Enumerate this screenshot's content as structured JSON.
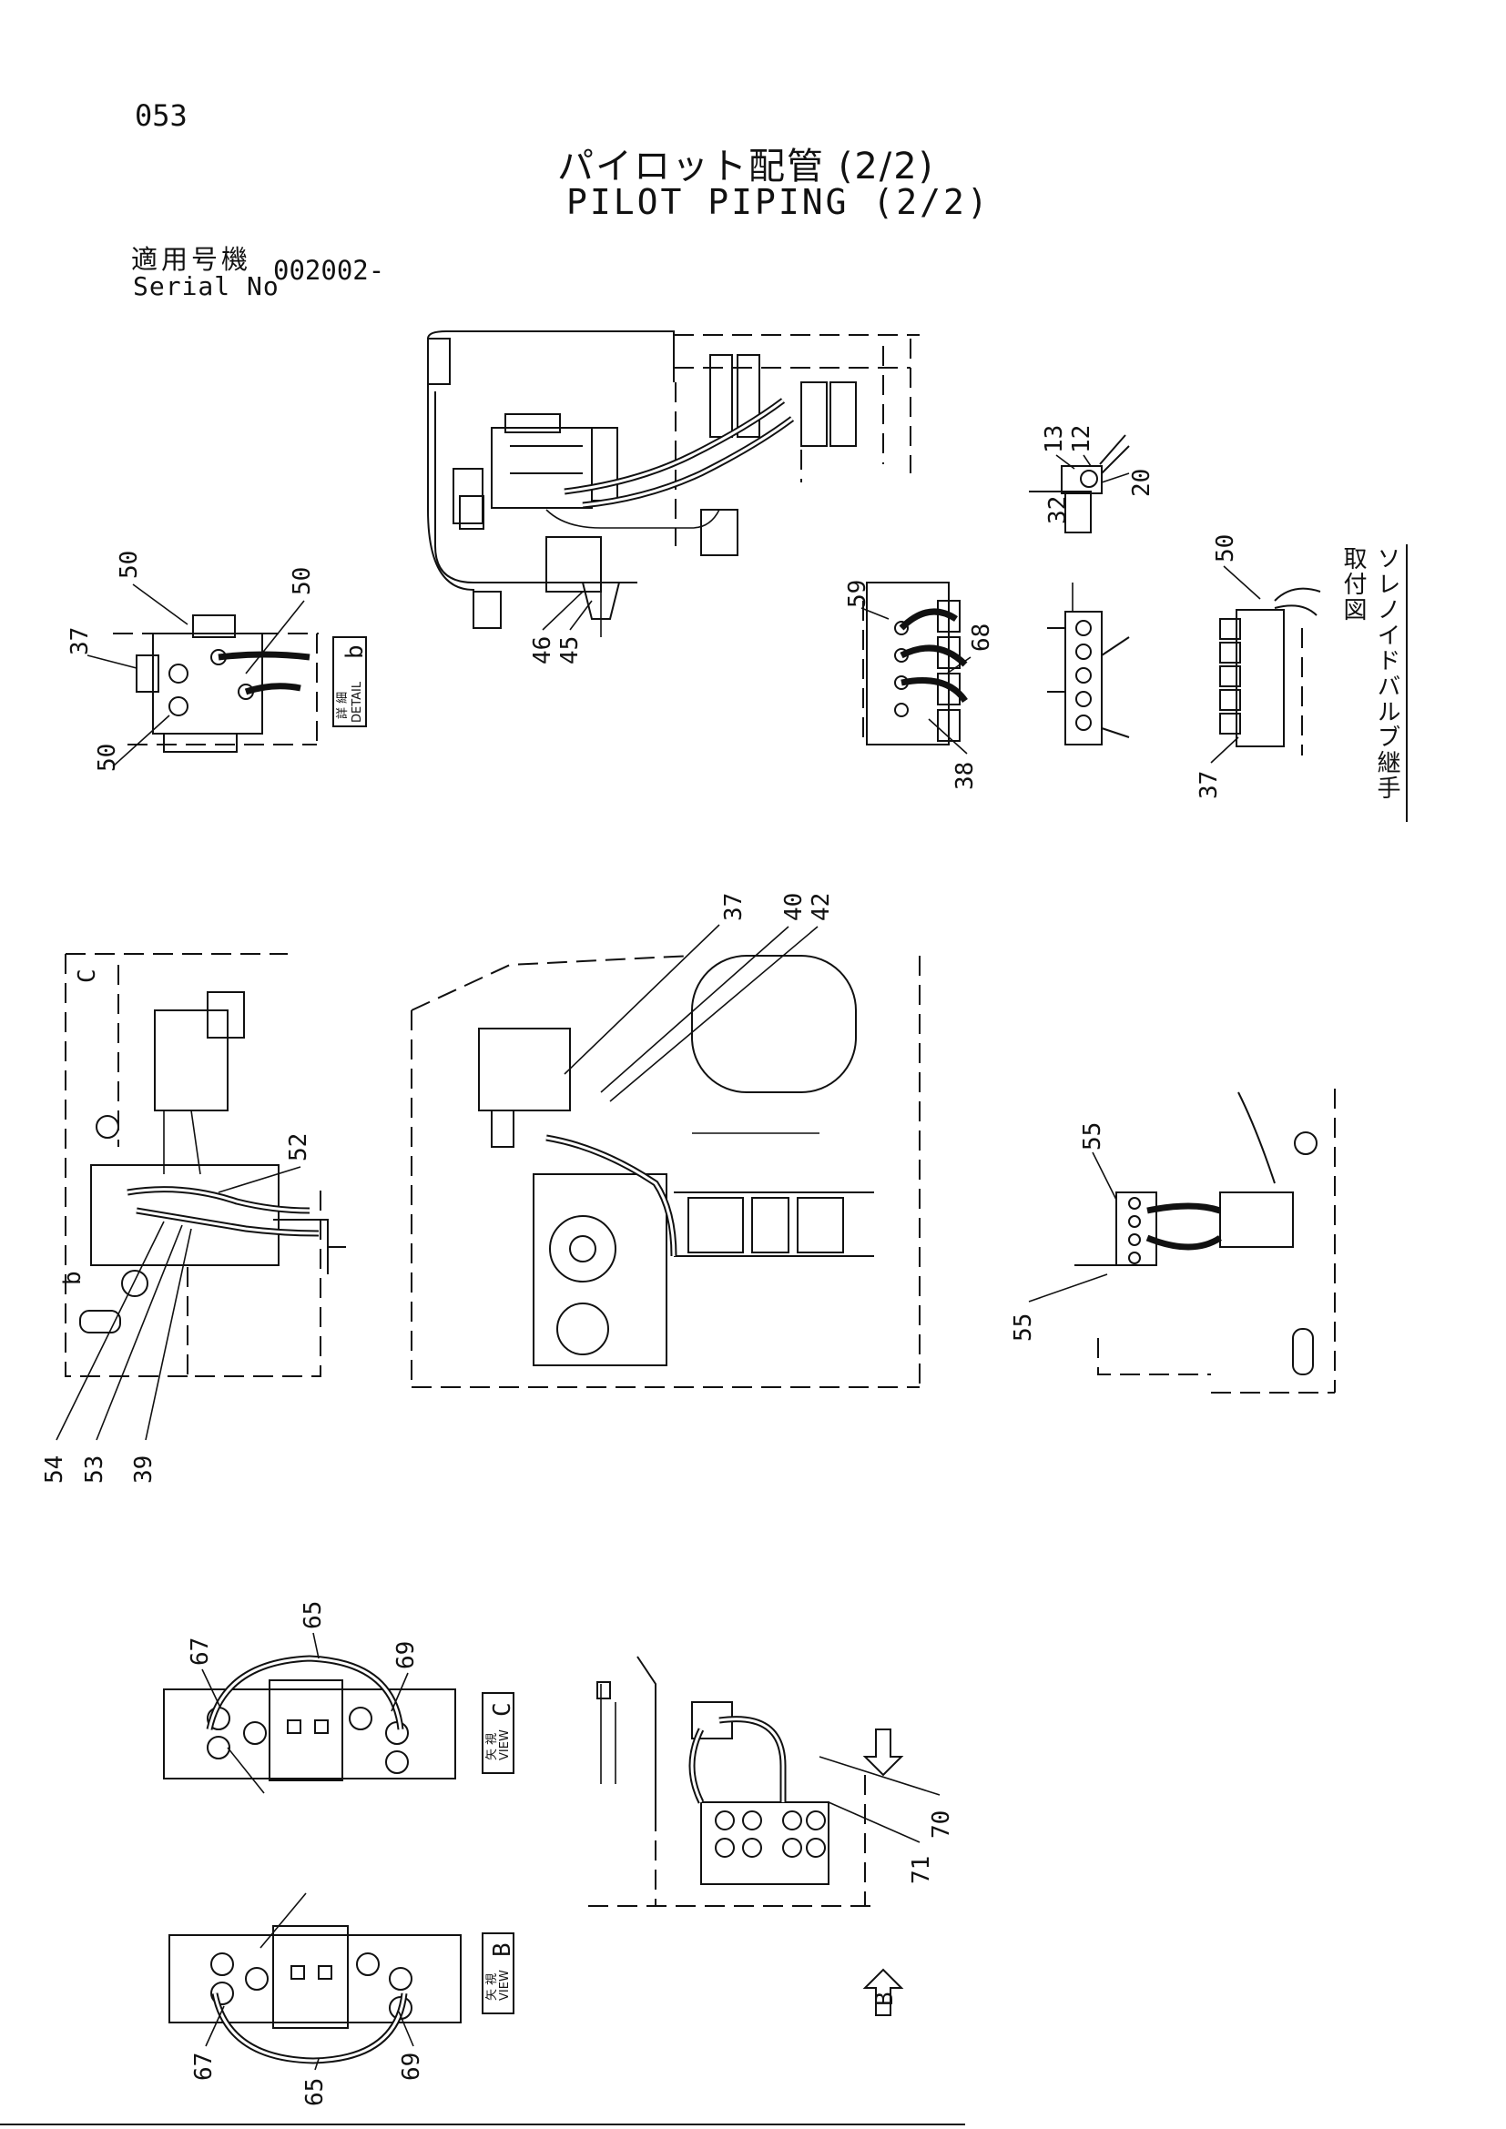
{
  "header": {
    "page_number": "053",
    "title_ja": "パイロット配管 (2/2)",
    "title_en": "PILOT PIPING (2/2)",
    "serial_label_ja": "適用号機",
    "serial_label_en": "Serial No",
    "serial_value": "002002-"
  },
  "side_note": "ソレノイドバルブ継手取付図",
  "detail_b": {
    "ja": "詳 細",
    "en": "DETAIL",
    "letter": "b"
  },
  "view_c": {
    "ja": "矢 視",
    "en": "VIEW",
    "letter": "C"
  },
  "view_b": {
    "ja": "矢 視",
    "en": "VIEW",
    "letter": "B"
  },
  "arrow_b": "B",
  "view_mark_c": "C",
  "detail_mark_b": "b",
  "callouts": {
    "top_main": [
      "46",
      "45"
    ],
    "solenoid_fitting": [
      "13",
      "12",
      "20",
      "32"
    ],
    "solenoid_left": [
      "59",
      "68",
      "38"
    ],
    "solenoid_right": [
      "50",
      "37"
    ],
    "detail_b": [
      "50",
      "37",
      "50",
      "50"
    ],
    "mid_left": [
      "52",
      "54",
      "53",
      "39"
    ],
    "mid_center": [
      "37",
      "40",
      "42"
    ],
    "mid_right": [
      "55",
      "55"
    ],
    "view_c": [
      "67",
      "65",
      "69"
    ],
    "view_b": [
      "67",
      "65",
      "69"
    ],
    "bottom_center": [
      "70",
      "71"
    ]
  }
}
